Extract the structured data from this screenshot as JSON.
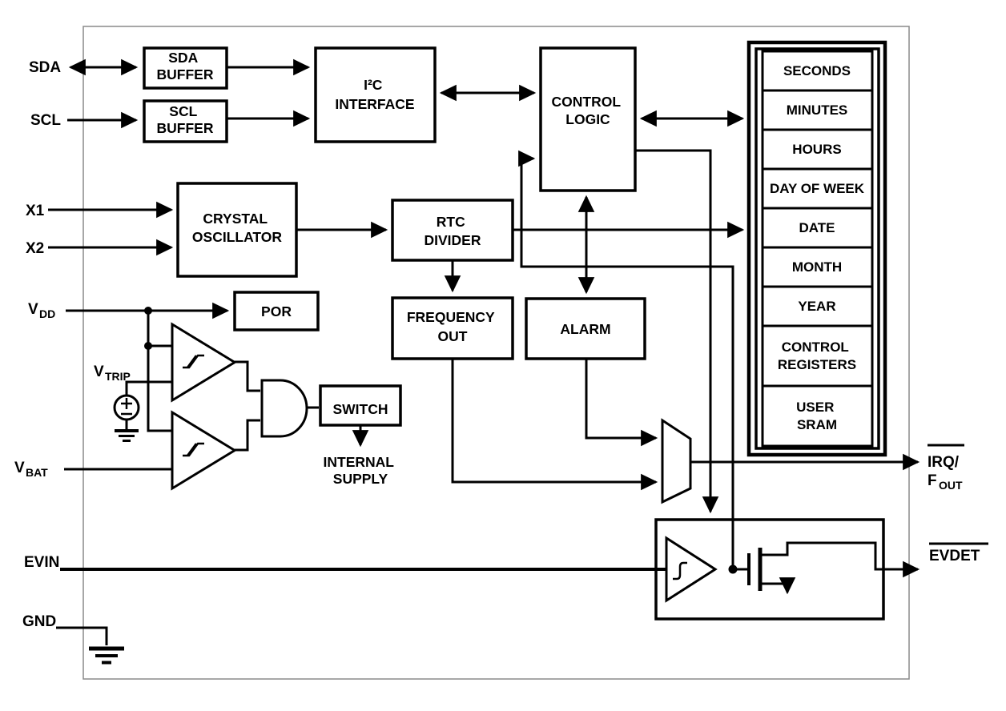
{
  "colors": {
    "ink": "#000000",
    "chip_boundary": "#8a8a8a",
    "background": "#ffffff"
  },
  "pins": {
    "sda": "SDA",
    "scl": "SCL",
    "x1": "X1",
    "x2": "X2",
    "vdd": {
      "base": "V",
      "sub": "DD"
    },
    "vtrip": {
      "base": "V",
      "sub": "TRIP"
    },
    "vbat": {
      "base": "V",
      "sub": "BAT"
    },
    "evin": "EVIN",
    "gnd": "GND",
    "irq_fout": {
      "line1": "IRQ/",
      "base": "F",
      "sub": "OUT"
    },
    "evdet": "EVDET"
  },
  "blocks": {
    "sda_buffer": [
      "SDA",
      "BUFFER"
    ],
    "scl_buffer": [
      "SCL",
      "BUFFER"
    ],
    "i2c_interface": [
      "I²C",
      "INTERFACE"
    ],
    "control_logic": [
      "CONTROL",
      "LOGIC"
    ],
    "crystal_oscillator": [
      "CRYSTAL",
      "OSCILLATOR"
    ],
    "rtc_divider": [
      "RTC",
      "DIVIDER"
    ],
    "frequency_out": [
      "FREQUENCY",
      "OUT"
    ],
    "alarm": "ALARM",
    "por": "POR",
    "switch": "SWITCH",
    "internal_supply": [
      "INTERNAL",
      "SUPPLY"
    ]
  },
  "registers": [
    [
      "SECONDS"
    ],
    [
      "MINUTES"
    ],
    [
      "HOURS"
    ],
    [
      "DAY OF WEEK"
    ],
    [
      "DATE"
    ],
    [
      "MONTH"
    ],
    [
      "YEAR"
    ],
    [
      "CONTROL",
      "REGISTERS"
    ],
    [
      "USER",
      "SRAM"
    ]
  ]
}
